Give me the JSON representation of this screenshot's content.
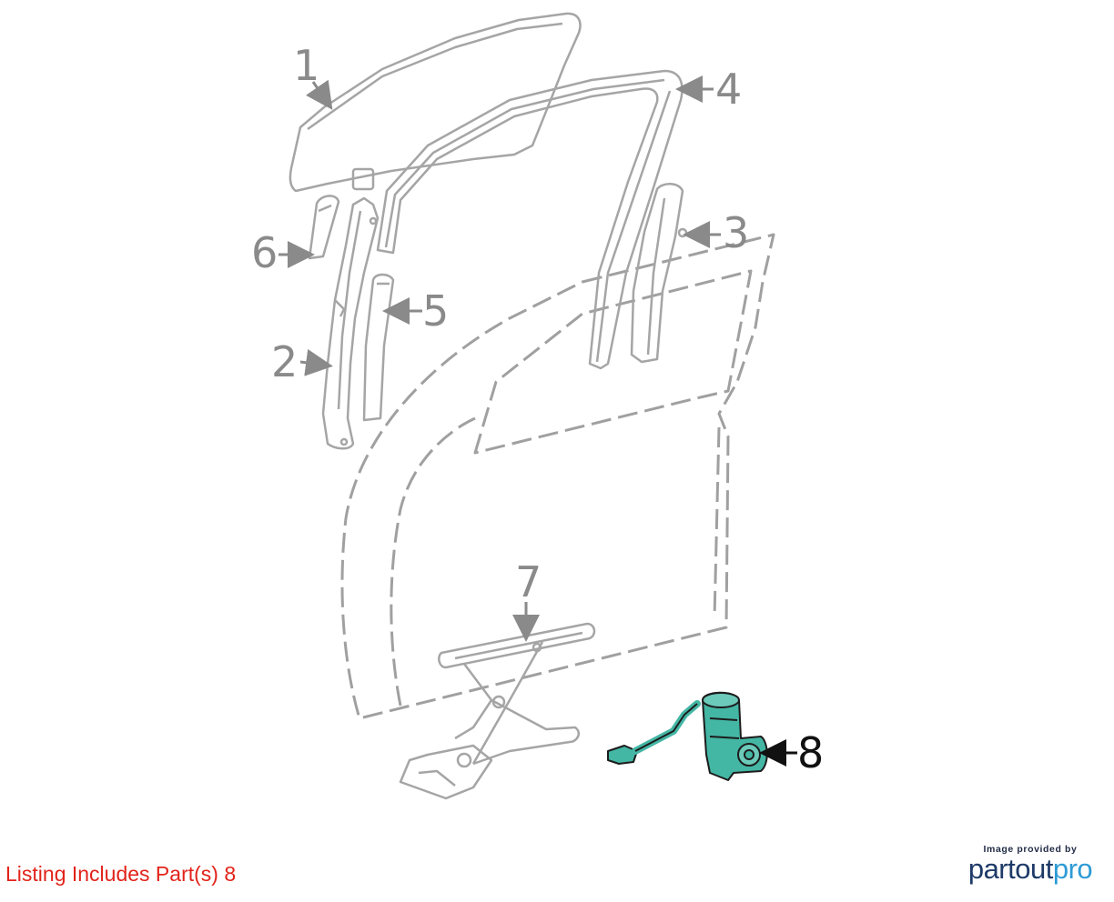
{
  "diagram": {
    "callouts": [
      {
        "id": "1",
        "label": "1"
      },
      {
        "id": "2",
        "label": "2"
      },
      {
        "id": "3",
        "label": "3"
      },
      {
        "id": "4",
        "label": "4"
      },
      {
        "id": "5",
        "label": "5"
      },
      {
        "id": "6",
        "label": "6"
      },
      {
        "id": "7",
        "label": "7"
      },
      {
        "id": "8",
        "label": "8"
      }
    ],
    "highlighted_part": "8",
    "colors": {
      "part_outline": "#a5a5a5",
      "door_dash": "#a0a0a0",
      "highlight_fill": "#44b6a4",
      "highlight_stroke": "#1c1c1c",
      "label_gray": "#8a8a8a",
      "label_dark": "#111111"
    }
  },
  "footer": {
    "listing_text": "Listing Includes Part(s) 8",
    "listing_color": "#e2231a",
    "brand_caption": "Image provided by",
    "brand_name_part1": "partout",
    "brand_name_part2": "pro"
  }
}
